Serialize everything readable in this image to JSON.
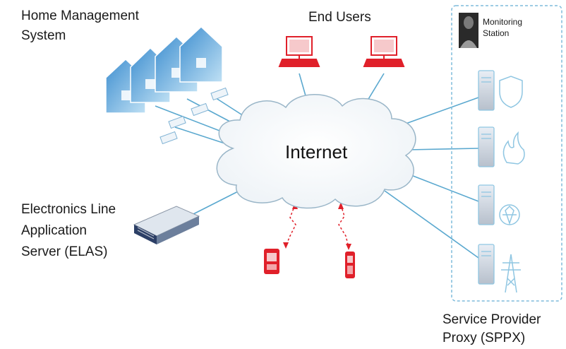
{
  "labels": {
    "home_mgmt_line1": "Home Management",
    "home_mgmt_line2": "System",
    "end_users": "End Users",
    "monitoring_line1": "Monitoring",
    "monitoring_line2": "Station",
    "internet": "Internet",
    "elas_line1": "Electronics Line",
    "elas_line2": "Application",
    "elas_line3": "Server (ELAS)",
    "sppx_line1": "Service Provider",
    "sppx_line2": "Proxy (SPPX)"
  },
  "colors": {
    "link": "#5aa8cf",
    "cloud_outline": "#9ab6c8",
    "end_user": "#e0202a",
    "house_blue": "#6fb4e0",
    "server_outline": "#8fc6e2",
    "sppx_border": "#7fbcdc"
  },
  "icons": {
    "sppx_services": [
      "security-shield-icon",
      "fire-icon",
      "medical-icon",
      "power-tower-icon"
    ],
    "end_user_devices": [
      "desktop-computer-icon",
      "desktop-computer-icon"
    ],
    "mobile_devices": [
      "mobile-phone-icon",
      "mobile-phone-icon"
    ]
  }
}
